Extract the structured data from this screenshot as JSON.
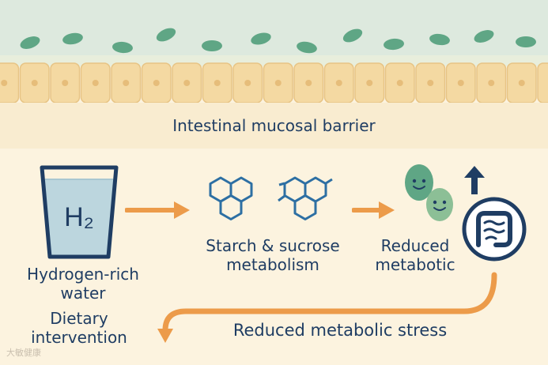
{
  "barrier": {
    "label": "Intestinal mucosal barrier"
  },
  "glass": {
    "formula": "H₂"
  },
  "captions": {
    "water": [
      "Hydrogen-rich",
      "water"
    ],
    "diet": [
      "Dietary",
      "intervention"
    ],
    "starch": [
      "Starch & sucrose",
      "metabolism"
    ],
    "reduced": [
      "Reduced",
      "metabotic"
    ],
    "stress": "Reduced metabolic stress"
  },
  "watermark": "大敏健康",
  "colors": {
    "background": "#fcf3df",
    "mucus": "#dde9de",
    "cells": "#f4d9a2",
    "bacteria": "#5fa685",
    "navy": "#1f3d63",
    "arrow_orange": "#ec9b4a",
    "glass_water": "#bcd6de"
  }
}
